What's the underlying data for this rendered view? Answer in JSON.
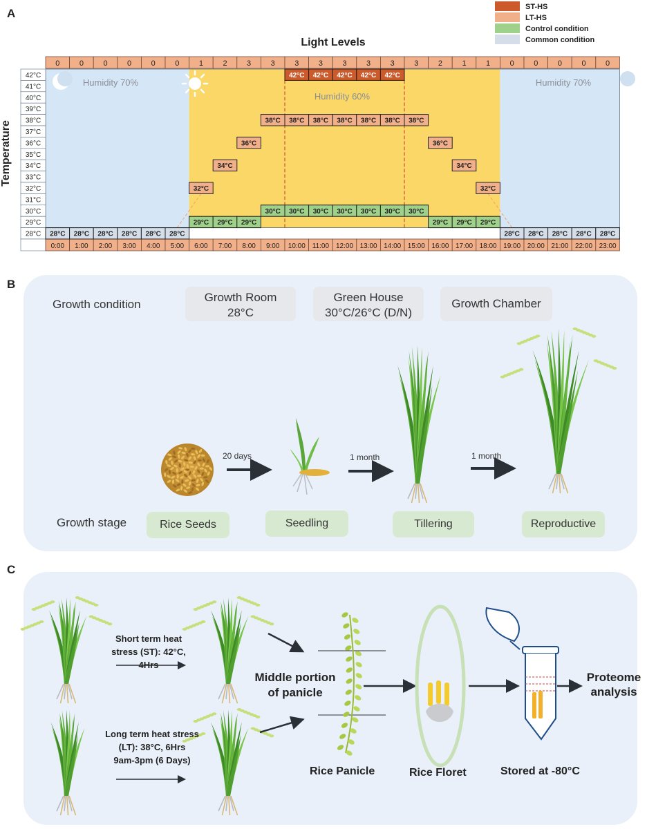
{
  "panel_a": {
    "label": "A",
    "title": "Light Levels",
    "y_title": "Temperature",
    "legend": [
      {
        "label": "ST-HS",
        "color": "#cc5a2b"
      },
      {
        "label": "LT-HS",
        "color": "#f2b08a"
      },
      {
        "label": "Control condition",
        "color": "#9fd18a"
      },
      {
        "label": "Common condition",
        "color": "#d4dde8"
      }
    ],
    "light_levels": [
      "0",
      "0",
      "0",
      "0",
      "0",
      "0",
      "1",
      "2",
      "3",
      "3",
      "3",
      "3",
      "3",
      "3",
      "3",
      "3",
      "2",
      "1",
      "1",
      "0",
      "0",
      "0",
      "0",
      "0"
    ],
    "hours": [
      "0:00",
      "1:00",
      "2:00",
      "3:00",
      "4:00",
      "5:00",
      "6:00",
      "7:00",
      "8:00",
      "9:00",
      "10:00",
      "11:00",
      "12:00",
      "13:00",
      "14:00",
      "15:00",
      "16:00",
      "17:00",
      "18:00",
      "19:00",
      "20:00",
      "21:00",
      "22:00",
      "23:00"
    ],
    "temp_axis": [
      "42°C",
      "41°C",
      "40°C",
      "39°C",
      "38°C",
      "37°C",
      "36°C",
      "35°C",
      "34°C",
      "33°C",
      "32°C",
      "31°C",
      "30°C",
      "29°C",
      "28°C"
    ],
    "humidity_night": "Humidity 70%",
    "humidity_day": "Humidity 60%",
    "common_temps": [
      "28°C",
      "28°C",
      "28°C",
      "28°C",
      "28°C",
      "28°C",
      "28°C",
      "28°C",
      "28°C",
      "28°C",
      "28°C"
    ],
    "st_hs_temps": [
      "42°C",
      "42°C",
      "42°C",
      "42°C",
      "42°C"
    ],
    "lt_hs_temps": [
      "32°C",
      "34°C",
      "36°C",
      "38°C",
      "38°C",
      "38°C",
      "38°C",
      "38°C",
      "38°C",
      "38°C",
      "36°C",
      "34°C",
      "32°C"
    ],
    "control_temps": [
      "29°C",
      "29°C",
      "29°C",
      "30°C",
      "30°C",
      "30°C",
      "30°C",
      "30°C",
      "30°C",
      "30°C",
      "29°C",
      "29°C",
      "29°C"
    ]
  },
  "panel_b": {
    "label": "B",
    "growth_condition": "Growth condition",
    "rooms": [
      "Growth Room\n28°C",
      "Green House\n30°C/26°C (D/N)",
      "Growth Chamber"
    ],
    "growth_stage": "Growth stage",
    "stages": [
      "Rice Seeds",
      "Seedling",
      "Tillering",
      "Reproductive"
    ],
    "durations": [
      "20 days",
      "1 month",
      "1 month"
    ]
  },
  "panel_c": {
    "label": "C",
    "st_text": "Short term heat\nstress (ST): 42°C, 4Hrs",
    "lt_text": "Long term heat stress\n(LT): 38°C, 6Hrs\n9am-3pm (6 Days)",
    "middle_portion": "Middle portion\nof panicle",
    "rice_panicle": "Rice Panicle",
    "rice_floret": "Rice Floret",
    "stored": "Stored at -80°C",
    "proteome": "Proteome\nanalysis"
  }
}
